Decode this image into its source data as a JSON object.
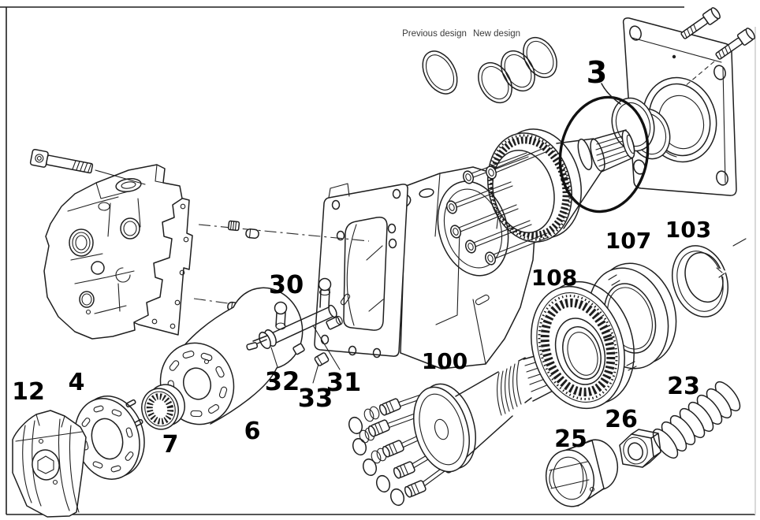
{
  "design_comparison": {
    "previous_label": "Previous design",
    "new_label": "New design",
    "previous_ring_count": 1,
    "new_ring_count": 3
  },
  "parts": [
    {
      "label": "3"
    },
    {
      "label": "4"
    },
    {
      "label": "6"
    },
    {
      "label": "7"
    },
    {
      "label": "12"
    },
    {
      "label": "23"
    },
    {
      "label": "25"
    },
    {
      "label": "26"
    },
    {
      "label": "30"
    },
    {
      "label": "31"
    },
    {
      "label": "32"
    },
    {
      "label": "33"
    },
    {
      "label": "100"
    },
    {
      "label": "103"
    },
    {
      "label": "107"
    },
    {
      "label": "108"
    }
  ],
  "colors": {
    "background": "#ffffff",
    "line": "#1f1f1f",
    "label_text": "#000000",
    "caption_text": "#3a3a3a",
    "border_light": "#d9d9d9"
  }
}
